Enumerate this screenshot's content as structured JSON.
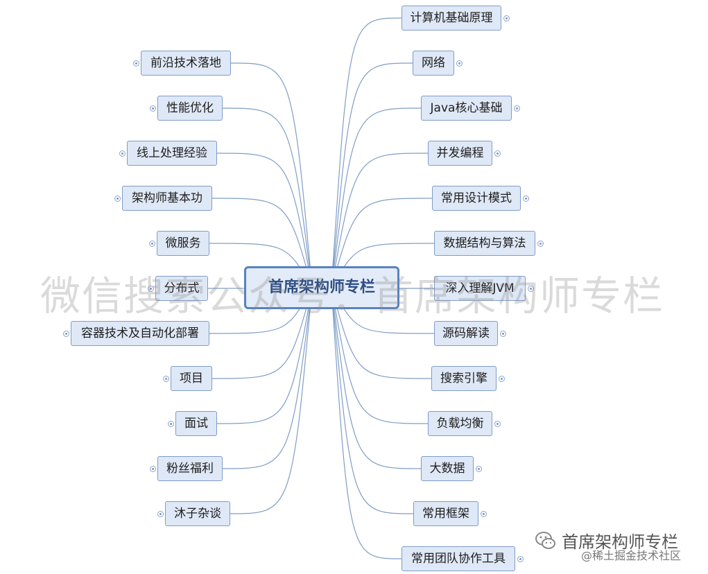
{
  "root": {
    "label": "首席架构师专栏"
  },
  "left_branches": [
    {
      "label": "前沿技术落地"
    },
    {
      "label": "性能优化"
    },
    {
      "label": "线上处理经验"
    },
    {
      "label": "架构师基本功"
    },
    {
      "label": "微服务"
    },
    {
      "label": "分布式"
    },
    {
      "label": "容器技术及自动化部署"
    },
    {
      "label": "项目"
    },
    {
      "label": "面试"
    },
    {
      "label": "粉丝福利"
    },
    {
      "label": "沐子杂谈"
    }
  ],
  "right_branches": [
    {
      "label": "计算机基础原理"
    },
    {
      "label": "网络"
    },
    {
      "label": "Java核心基础"
    },
    {
      "label": "并发编程"
    },
    {
      "label": "常用设计模式"
    },
    {
      "label": "数据结构与算法"
    },
    {
      "label": "深入理解JVM"
    },
    {
      "label": "源码解读"
    },
    {
      "label": "搜索引擎"
    },
    {
      "label": "负载均衡"
    },
    {
      "label": "大数据"
    },
    {
      "label": "常用框架"
    },
    {
      "label": "常用团队协作工具"
    }
  ],
  "watermark": {
    "text": "微信搜索公众号：首席架构师专栏"
  },
  "footer": {
    "brand_icon": "wechat-icon",
    "brand_text": "首席架构师专栏",
    "sub_text": "@稀土掘金技术社区"
  },
  "colors": {
    "connector": "#7f9dc6",
    "node_fill": "#dfe8f6",
    "node_border": "#7d9cc8",
    "root_border": "#5782c1"
  }
}
